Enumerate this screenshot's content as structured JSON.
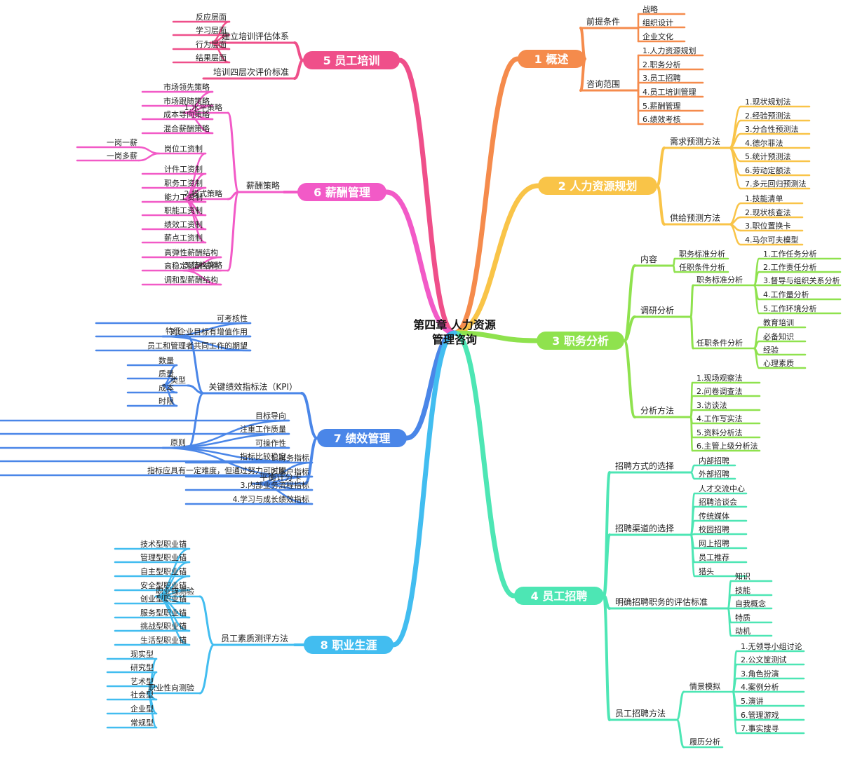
{
  "center": {
    "line1": "第四章 人力资源",
    "line2": "管理咨询"
  },
  "colors": {
    "b1": "#f58b4c",
    "b2": "#f9c448",
    "b3": "#8fe24e",
    "b4": "#4de6b4",
    "b5": "#ef4f8a",
    "b6": "#f25ac7",
    "b7": "#4a86e8",
    "b8": "#42bdf0"
  },
  "branches": [
    {
      "id": "b1",
      "title": "1 概述",
      "side": "right",
      "children": [
        {
          "label": "前提条件",
          "children": [
            "战略",
            "组织设计",
            "企业文化"
          ]
        },
        {
          "label": "咨询范围",
          "children": [
            "1.人力资源规划",
            "2.职务分析",
            "3.员工招聘",
            "4.员工培训管理",
            "5.薪酬管理",
            "6.绩效考核"
          ]
        }
      ]
    },
    {
      "id": "b2",
      "title": "2 人力资源规划",
      "side": "right",
      "children": [
        {
          "label": "需求预测方法",
          "children": [
            "1.现状规划法",
            "2.经验预测法",
            "3.分合性预测法",
            "4.德尔菲法",
            "5.统计预测法",
            "6.劳动定额法",
            "7.多元回归预测法"
          ]
        },
        {
          "label": "供给预测方法",
          "children": [
            "1.技能清单",
            "2.现状核查法",
            "3.职位置换卡",
            "4.马尔可夫模型"
          ]
        }
      ]
    },
    {
      "id": "b3",
      "title": "3 职务分析",
      "side": "right",
      "children": [
        {
          "label": "内容",
          "children": [
            "职务标准分析",
            "任职条件分析"
          ]
        },
        {
          "label": "调研分析",
          "children": [
            {
              "label": "职务标准分析",
              "children": [
                "1.工作任务分析",
                "2.工作责任分析",
                "3.督导与组织关系分析",
                "4.工作量分析",
                "5.工作环境分析"
              ]
            },
            {
              "label": "任职条件分析",
              "children": [
                "教育培训",
                "必备知识",
                "经验",
                "心理素质"
              ]
            }
          ]
        },
        {
          "label": "分析方法",
          "children": [
            "1.现场观察法",
            "2.问卷调查法",
            "3.访谈法",
            "4.工作写实法",
            "5.资料分析法",
            "6.主管上级分析法"
          ]
        }
      ]
    },
    {
      "id": "b4",
      "title": "4 员工招聘",
      "side": "right",
      "children": [
        {
          "label": "招聘方式的选择",
          "children": [
            "内部招聘",
            "外部招聘"
          ]
        },
        {
          "label": "招聘渠道的选择",
          "children": [
            "人才交流中心",
            "招聘洽谈会",
            "传统媒体",
            "校园招聘",
            "网上招聘",
            "员工推荐",
            "猎头"
          ]
        },
        {
          "label": "明确招聘职务的评估标准",
          "children": [
            "知识",
            "技能",
            "自我概念",
            "特质",
            "动机"
          ]
        },
        {
          "label": "员工招聘方法",
          "children": [
            {
              "label": "情景模拟",
              "children": [
                "1.无领导小组讨论",
                "2.公文筐测试",
                "3.角色扮演",
                "4.案例分析",
                "5.演讲",
                "6.管理游戏",
                "7.事实搜寻"
              ]
            },
            {
              "label": "履历分析",
              "children": []
            }
          ]
        }
      ]
    },
    {
      "id": "b5",
      "title": "5 员工培训",
      "side": "left",
      "children": [
        {
          "label": "建立培训评估体系",
          "children": [
            "反应层面",
            "学习层面",
            "行为层面",
            "结果层面"
          ]
        },
        {
          "label": "培训四层次评价标准",
          "children": []
        }
      ]
    },
    {
      "id": "b6",
      "title": "6 薪酬管理",
      "side": "left",
      "children": [
        {
          "label": "薪酬策略",
          "children": [
            {
              "label": "1.水平策略",
              "children": [
                "市场领先策略",
                "市场跟随策略",
                "成本导向策略",
                "混合薪酬策略"
              ]
            },
            {
              "label": "2.模式策略",
              "children": [
                {
                  "label": "岗位工资制",
                  "children": [
                    "一岗一薪",
                    "一岗多薪"
                  ]
                },
                "计件工资制",
                "职务工资制",
                "能力工资制",
                "职能工资制",
                "绩效工资制",
                "薪点工资制"
              ]
            },
            {
              "label": "3.结构策略",
              "children": [
                "高弹性薪酬结构",
                "高稳定薪酬结构",
                "调和型薪酬结构"
              ]
            }
          ]
        }
      ]
    },
    {
      "id": "b7",
      "title": "7 绩效管理",
      "side": "left",
      "children": [
        {
          "label": "关键绩效指标法（KPI）",
          "children": [
            {
              "label": "特征",
              "children": [
                "可考核性",
                "对企业目标有增值作用",
                "员工和管理者共同工作的期望"
              ]
            },
            {
              "label": "类型",
              "children": [
                "数量",
                "质量",
                "成本",
                "时限"
              ]
            },
            {
              "label": "原则",
              "children": [
                "目标导向",
                "注重工作质量",
                "可操作性",
                "指标比较稳定",
                "指标应具有一定难度，但通过努力可时限"
              ]
            }
          ]
        },
        {
          "label": "平衡计分卡",
          "children": [
            "1.财务指标",
            "2.客户指标",
            "3.内部业务流程指标",
            "4.学习与成长绩效指标"
          ]
        }
      ]
    },
    {
      "id": "b8",
      "title": "8 职业生涯",
      "side": "left",
      "children": [
        {
          "label": "员工素质测评方法",
          "children": [
            {
              "label": "职业锚测验",
              "children": [
                "技术型职业锚",
                "管理型职业锚",
                "自主型职业锚",
                "安全型职业锚",
                "创业型职业锚",
                "服务型职业锚",
                "挑战型职业锚",
                "生活型职业锚"
              ]
            },
            {
              "label": "职业性向测验",
              "children": [
                "现实型",
                "研究型",
                "艺术型",
                "社会型",
                "企业型",
                "常规型"
              ]
            }
          ]
        }
      ]
    }
  ]
}
